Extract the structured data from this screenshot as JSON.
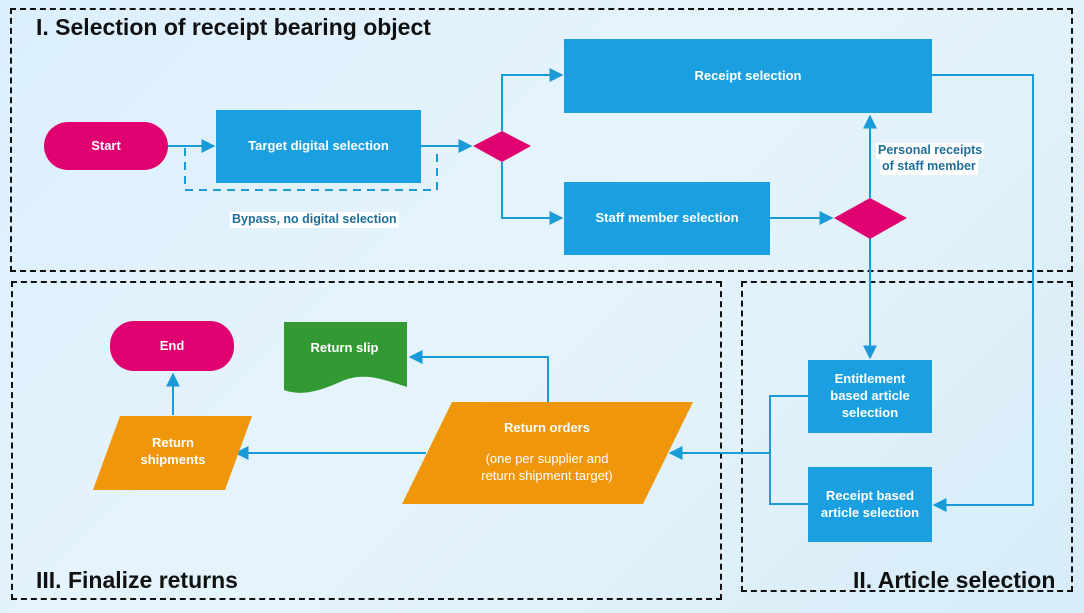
{
  "regions": {
    "selection": "I. Selection of receipt bearing object",
    "article": "II. Article selection",
    "finalize": "III. Finalize returns"
  },
  "nodes": {
    "start": "Start",
    "target_digital_selection": "Target digital selection",
    "receipt_selection": "Receipt selection",
    "staff_member_selection": "Staff member selection",
    "entitlement_selection": "Entitlement based article selection",
    "receipt_based_selection": "Receipt based article selection",
    "return_orders_title": "Return orders",
    "return_orders_note": "(one per supplier and return shipment target)",
    "return_shipments": "Return shipments",
    "return_slip": "Return slip",
    "end": "End"
  },
  "edge_labels": {
    "bypass": "Bypass, no digital selection",
    "personal_receipts_line1": "Personal receipts",
    "personal_receipts_line2": "of staff member"
  },
  "colors": {
    "process": "#1aa0e0",
    "terminal": "#e0006f",
    "decision": "#e0006f",
    "io": "#f0960a",
    "document": "#339933",
    "connector": "#1a9ad6"
  }
}
